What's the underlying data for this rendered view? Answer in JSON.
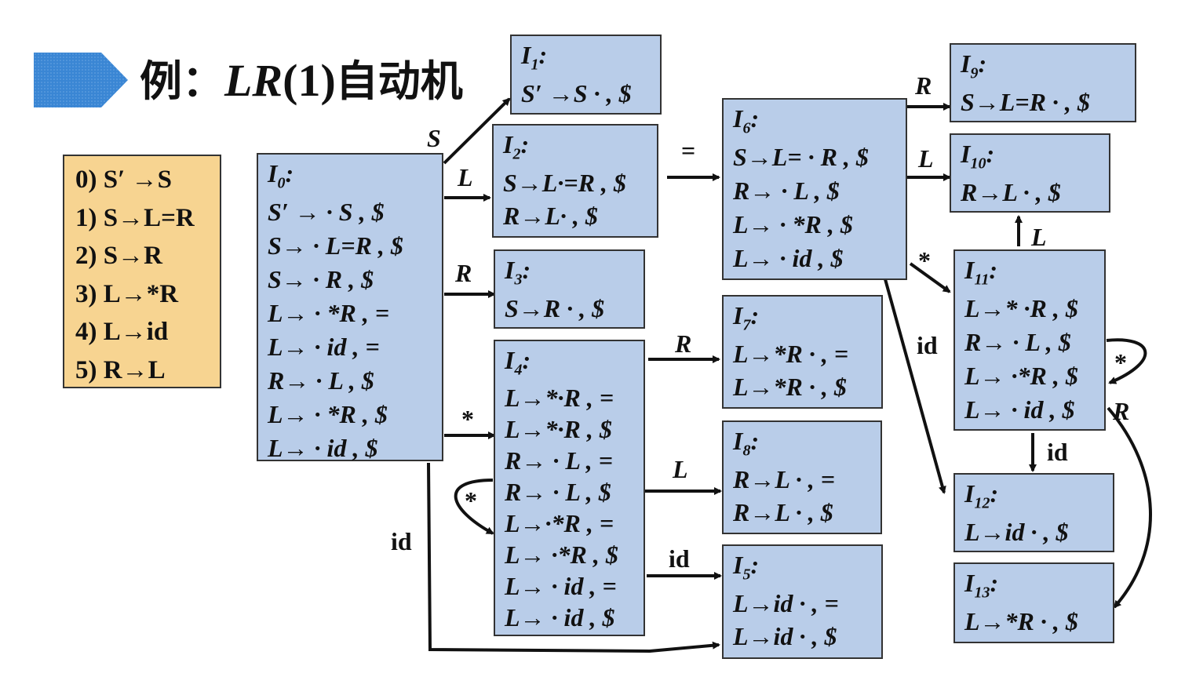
{
  "title": {
    "prefix": "例：",
    "lr": "LR",
    "num": "(1)",
    "suffix": "自动机"
  },
  "grammar": [
    "0) S′ →S",
    "1) S→L=R",
    "2) S→R",
    "3) L→*R",
    "4) L→id",
    "5) R→L"
  ],
  "states": {
    "I0": {
      "name": "I",
      "sub": "0",
      "items": [
        "S′ → · S , $",
        "S→ · L=R , $",
        "S→ · R , $",
        "L→ · *R , =",
        "L→ · id , =",
        "R→ · L , $",
        "L→ · *R , $",
        "L→ · id , $"
      ]
    },
    "I1": {
      "name": "I",
      "sub": "1",
      "items": [
        "S′ →S · , $"
      ]
    },
    "I2": {
      "name": "I",
      "sub": "2",
      "items": [
        "S→L·=R , $",
        "R→L· , $"
      ]
    },
    "I3": {
      "name": "I",
      "sub": "3",
      "items": [
        "S→R · , $"
      ]
    },
    "I4": {
      "name": "I",
      "sub": "4",
      "items": [
        "L→*·R , =",
        "L→*·R , $",
        "R→ · L , =",
        "R→ · L , $",
        "L→·*R , =",
        "L→ ·*R , $",
        "L→ · id , =",
        "L→ · id , $"
      ]
    },
    "I5": {
      "name": "I",
      "sub": "5",
      "items": [
        "L→id · , =",
        "L→id · , $"
      ]
    },
    "I6": {
      "name": "I",
      "sub": "6",
      "items": [
        "S→L= · R , $",
        "R→ · L , $",
        "L→ · *R , $",
        "L→ · id , $"
      ]
    },
    "I7": {
      "name": "I",
      "sub": "7",
      "items": [
        "L→*R · , =",
        "L→*R · , $"
      ]
    },
    "I8": {
      "name": "I",
      "sub": "8",
      "items": [
        "R→L · , =",
        "R→L · , $"
      ]
    },
    "I9": {
      "name": "I",
      "sub": "9",
      "items": [
        "S→L=R · , $"
      ]
    },
    "I10": {
      "name": "I",
      "sub": "10",
      "items": [
        "R→L · , $"
      ]
    },
    "I11": {
      "name": "I",
      "sub": "11",
      "items": [
        "L→* ·R , $",
        "R→ · L , $",
        "L→ ·*R , $",
        "L→ · id , $"
      ]
    },
    "I12": {
      "name": "I",
      "sub": "12",
      "items": [
        "L→id · , $"
      ]
    },
    "I13": {
      "name": "I",
      "sub": "13",
      "items": [
        "L→*R · , $"
      ]
    }
  },
  "edge_labels": {
    "i0_i1": "S",
    "i0_i2": "L",
    "i0_i3": "R",
    "i0_i4": "*",
    "i0_i5": "id",
    "i2_i6": "=",
    "i4_i4": "*",
    "i4_i7": "R",
    "i4_i8": "L",
    "i4_i5": "id",
    "i6_i9": "R",
    "i6_i10": "L",
    "i6_i11": "*",
    "i6_i12": "id",
    "i11_i10": "L",
    "i11_i11": "*",
    "i11_i12": "id",
    "i11_i13": "R"
  },
  "colors": {
    "state_fill": "#b9cde9",
    "grammar_fill": "#f7d491",
    "title_arrow": "#3a86d4",
    "stroke": "#111111"
  }
}
